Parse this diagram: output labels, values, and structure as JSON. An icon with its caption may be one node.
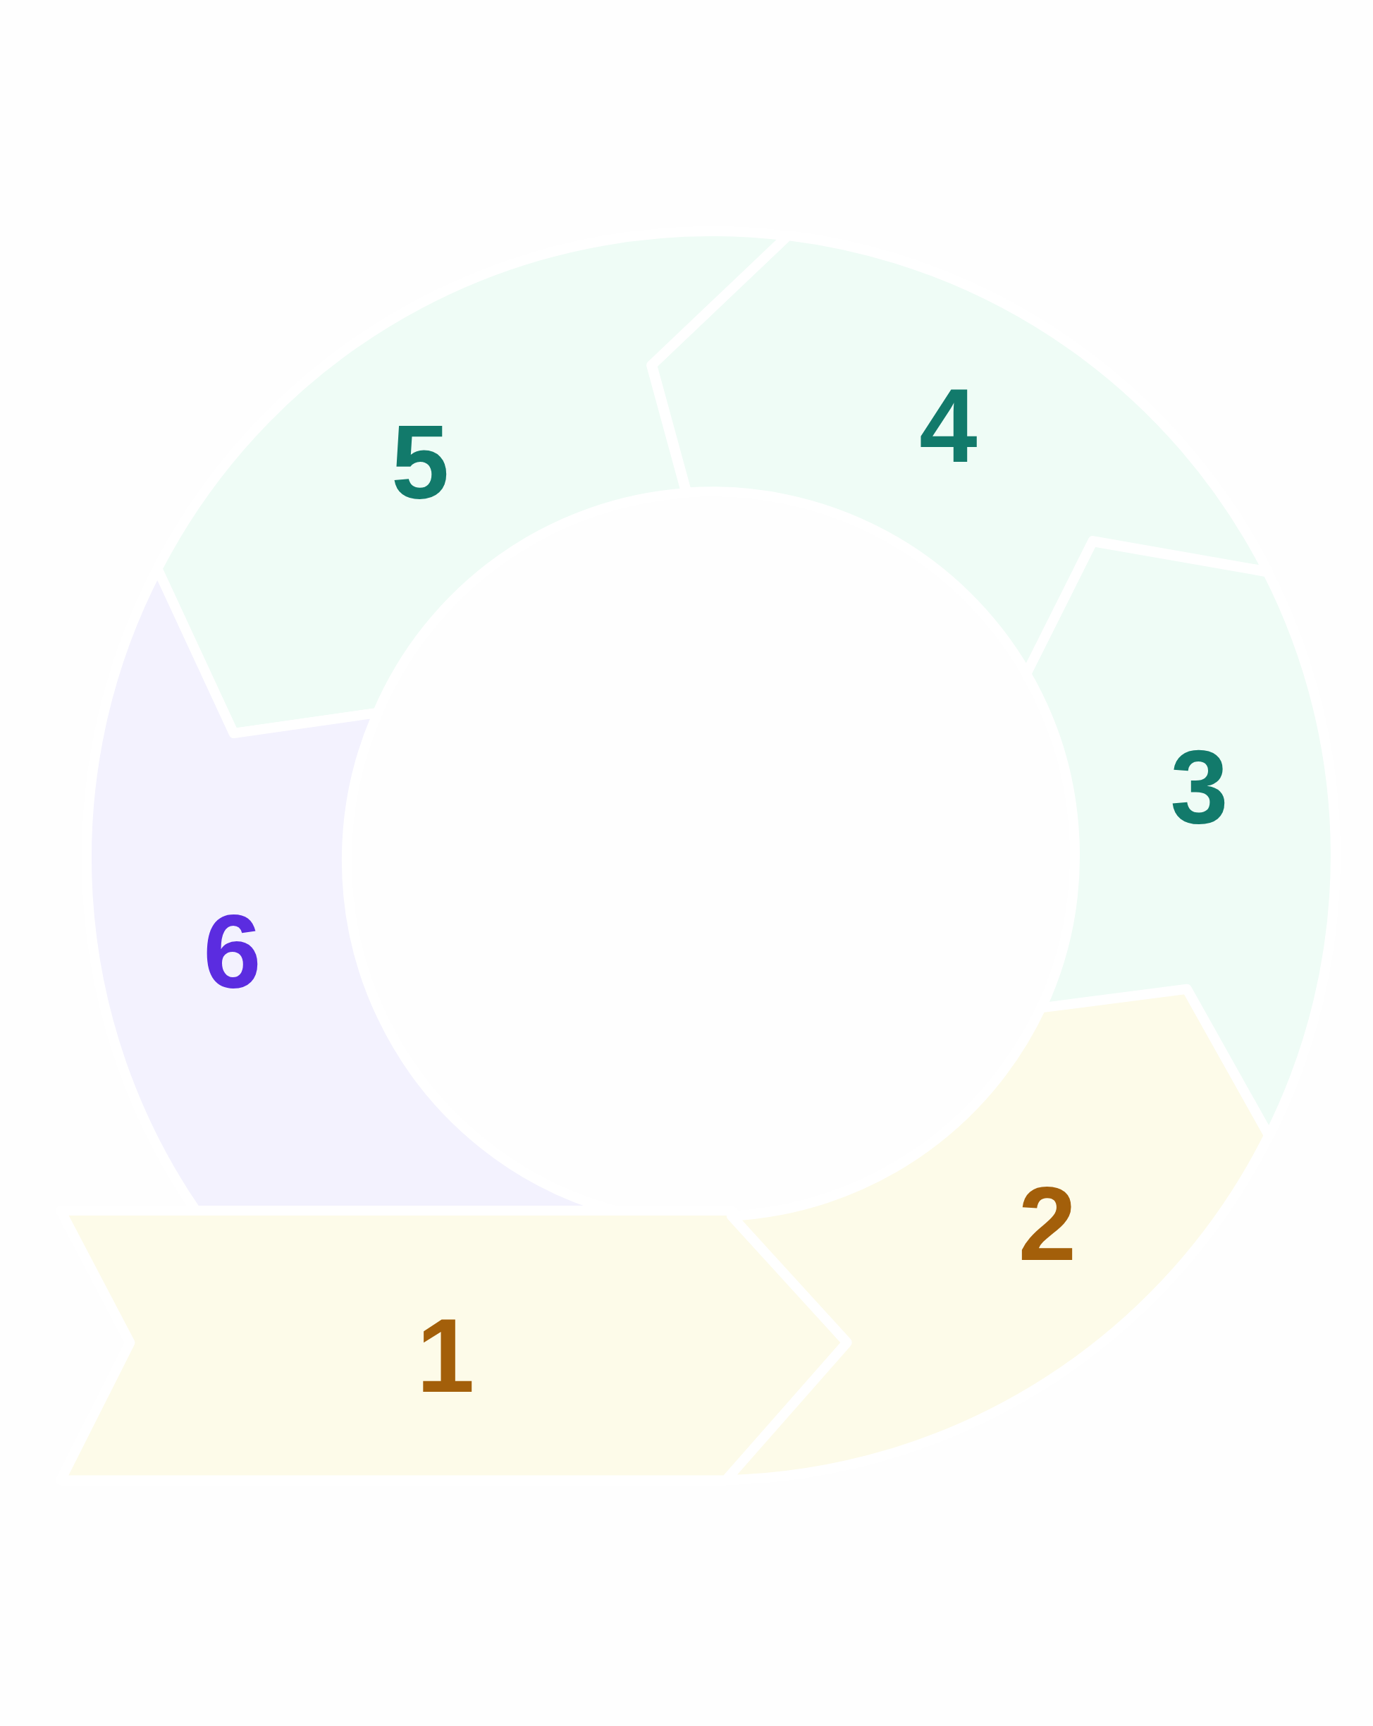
{
  "diagram": {
    "nodes": [
      {
        "text": [
          "1"
        ]
      },
      {
        "text": [
          "2"
        ]
      },
      {
        "text": [
          "3"
        ]
      },
      {
        "text": [
          "4"
        ]
      },
      {
        "text": [
          "5"
        ]
      },
      {
        "text": [
          "6"
        ]
      }
    ]
  }
}
